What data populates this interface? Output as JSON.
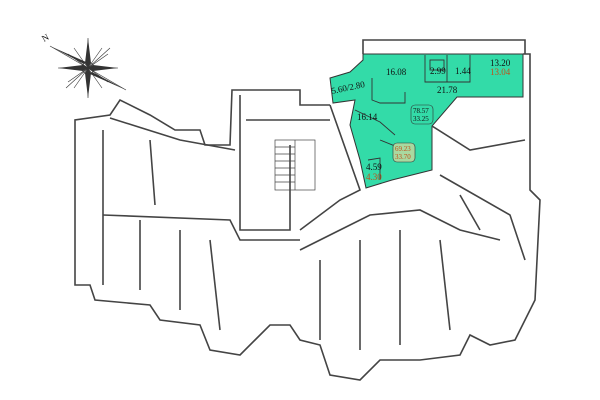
{
  "compass": {
    "north_label": "N"
  },
  "colors": {
    "highlight": "#33dba8",
    "wall": "#444444",
    "secondary_area": "#c0501a"
  },
  "apartment": {
    "rooms": [
      {
        "name": "room-1",
        "area": "16.08"
      },
      {
        "name": "room-2",
        "area": "16.14"
      },
      {
        "name": "bathroom",
        "area": "2.99"
      },
      {
        "name": "wc",
        "area": "1.44"
      },
      {
        "name": "kitchen-hall",
        "area": "21.78"
      },
      {
        "name": "loggia",
        "area": "13.20",
        "reduced_area": "13.04"
      },
      {
        "name": "hallway",
        "area": "4.59",
        "reduced_area": "4.30"
      },
      {
        "name": "balcony",
        "area": "5.60/2.80"
      }
    ],
    "total": {
      "total_area": "78.57",
      "living_area": "33.25"
    },
    "total_reduced": {
      "total_area": "69.23",
      "living_area": "33.70"
    }
  }
}
